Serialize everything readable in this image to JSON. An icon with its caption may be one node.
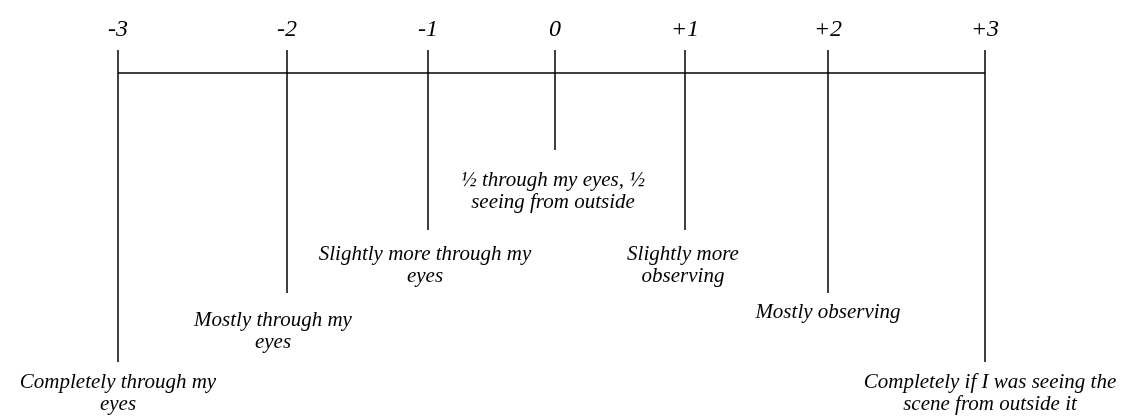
{
  "diagram": {
    "labels": [
      "-3",
      "-2",
      "-1",
      "0",
      "+1",
      "+2",
      "+3",
      "½ through my eyes, ½ seeing from outside",
      "Slightly more through my eyes",
      "Slightly more observing",
      "Mostly observing",
      "Mostly through my eyes",
      "Completely through my eyes",
      "Completely if I was seeing the scene from outside it"
    ]
  }
}
